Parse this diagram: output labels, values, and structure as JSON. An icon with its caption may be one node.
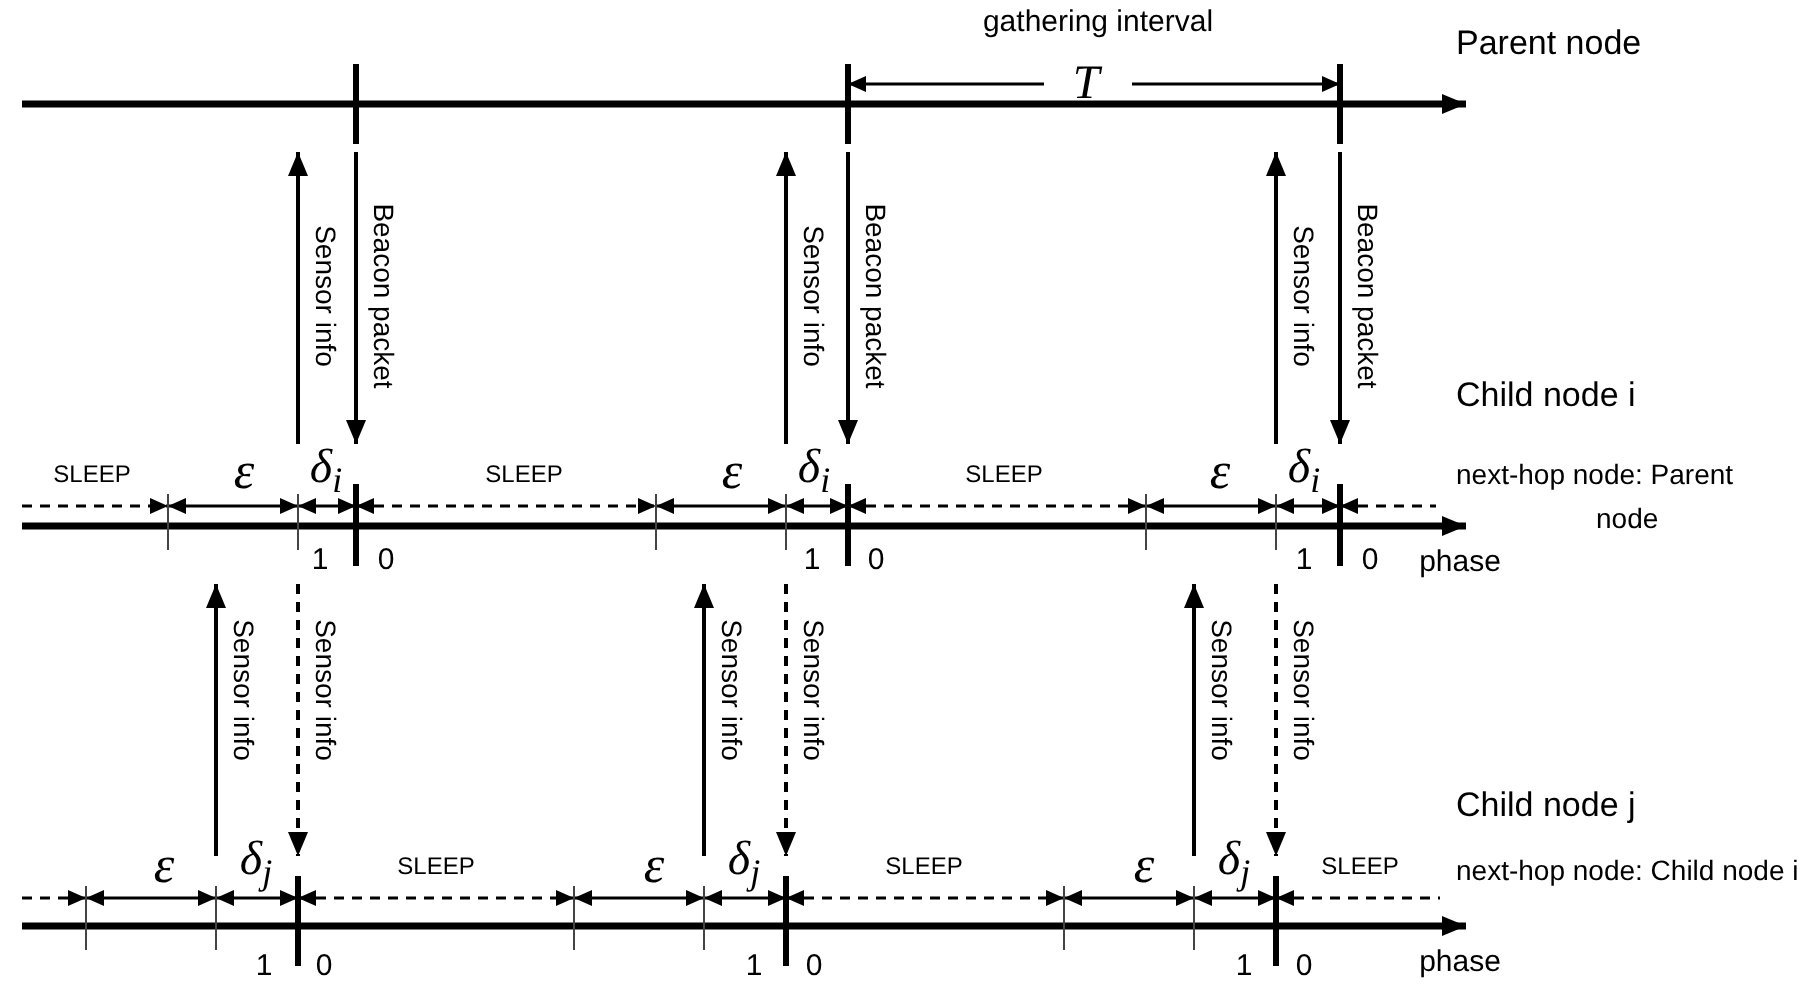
{
  "diagram": {
    "nodes": [
      {
        "text": [
          "Parent node"
        ]
      },
      {
        "text": [
          "Child node i",
          "next-hop node: Parent node"
        ]
      },
      {
        "text": [
          "Child node j",
          "next-hop node: Child node i"
        ]
      }
    ],
    "edges": [
      {
        "from": 1,
        "to": 0,
        "arrow": "to",
        "label": "Sensor info"
      },
      {
        "from": 0,
        "to": 1,
        "arrow": "to",
        "label": "Beacon packet"
      },
      {
        "from": 1,
        "to": 0,
        "arrow": "to",
        "label": "Sensor info"
      },
      {
        "from": 0,
        "to": 1,
        "arrow": "to",
        "label": "Beacon packet"
      },
      {
        "from": 1,
        "to": 0,
        "arrow": "to",
        "label": "Sensor info"
      },
      {
        "from": 0,
        "to": 1,
        "arrow": "to",
        "label": "Beacon packet"
      },
      {
        "from": 2,
        "to": 1,
        "arrow": "to",
        "label": "Sensor info"
      },
      {
        "from": 1,
        "to": 2,
        "arrow": "to",
        "label": "Sensor info",
        "style": "dashed"
      },
      {
        "from": 2,
        "to": 1,
        "arrow": "to",
        "label": "Sensor info"
      },
      {
        "from": 1,
        "to": 2,
        "arrow": "to",
        "label": "Sensor info",
        "style": "dashed"
      },
      {
        "from": 2,
        "to": 1,
        "arrow": "to",
        "label": "Sensor info"
      },
      {
        "from": 1,
        "to": 2,
        "arrow": "to",
        "label": "Sensor info",
        "style": "dashed"
      }
    ],
    "labels": [
      "gathering interval",
      "T",
      "SLEEP",
      "ε",
      "δ$_{i}$",
      "SLEEP",
      "ε",
      "δ$_{i}$",
      "SLEEP",
      "ε",
      "δ$_{i}$",
      "1",
      "0",
      "1",
      "0",
      "1",
      "0",
      "phase",
      "ε",
      "δ$_{j}$",
      "SLEEP",
      "ε",
      "δ$_{j}$",
      "SLEEP",
      "ε",
      "δ$_{j}$",
      "SLEEP",
      "1",
      "0",
      "1",
      "0",
      "1",
      "0",
      "phase"
    ]
  }
}
